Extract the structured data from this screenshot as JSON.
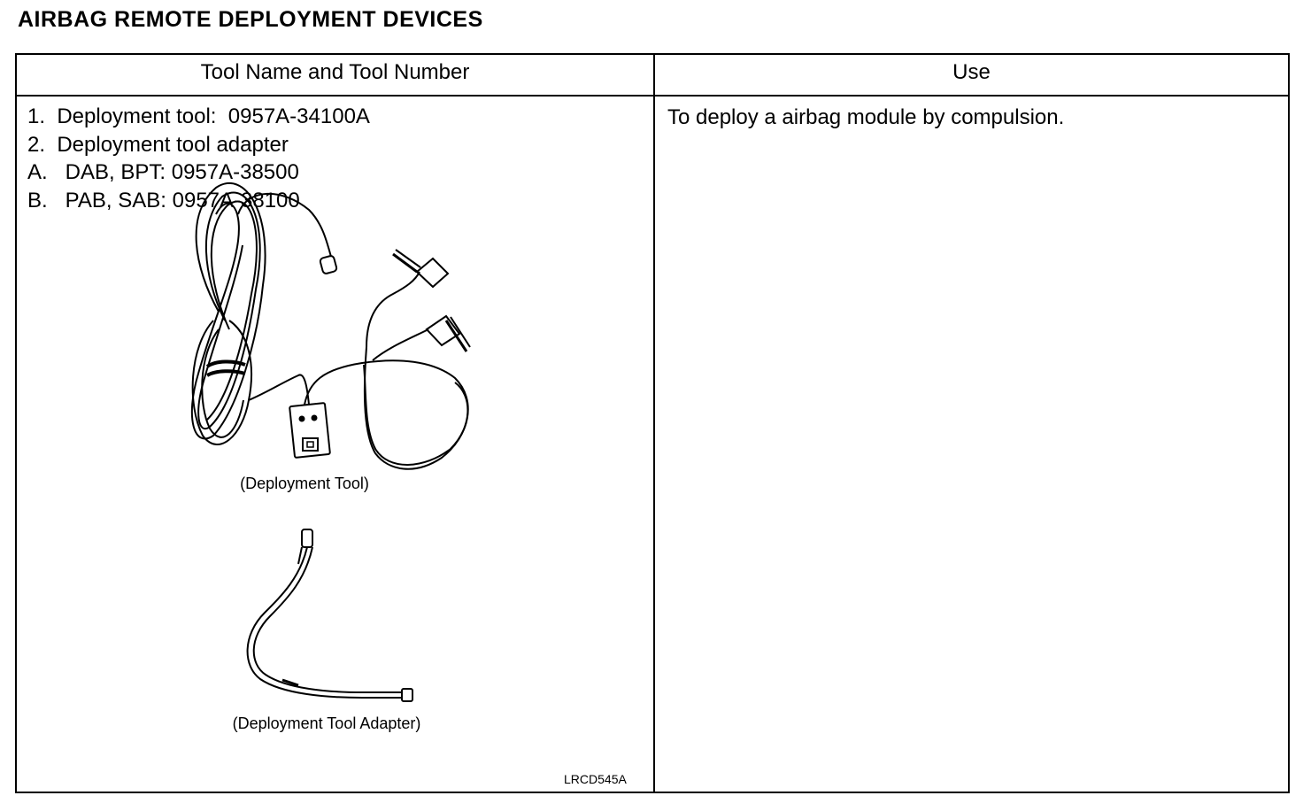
{
  "page_title": "AIRBAG REMOTE DEPLOYMENT DEVICES",
  "table": {
    "headers": {
      "tool": "Tool Name and Tool Number",
      "use": "Use"
    },
    "tool_items": [
      "1.  Deployment tool:  0957A-34100A",
      "2.  Deployment tool adapter",
      "A.   DAB, BPT: 0957A-38500",
      "B.   PAB, SAB: 0957A-38100"
    ],
    "use_text": "To deploy a airbag module by compulsion."
  },
  "illustrations": {
    "deployment_tool_caption": "(Deployment Tool)",
    "adapter_caption": "(Deployment Tool Adapter)",
    "figure_code": "LRCD545A"
  }
}
